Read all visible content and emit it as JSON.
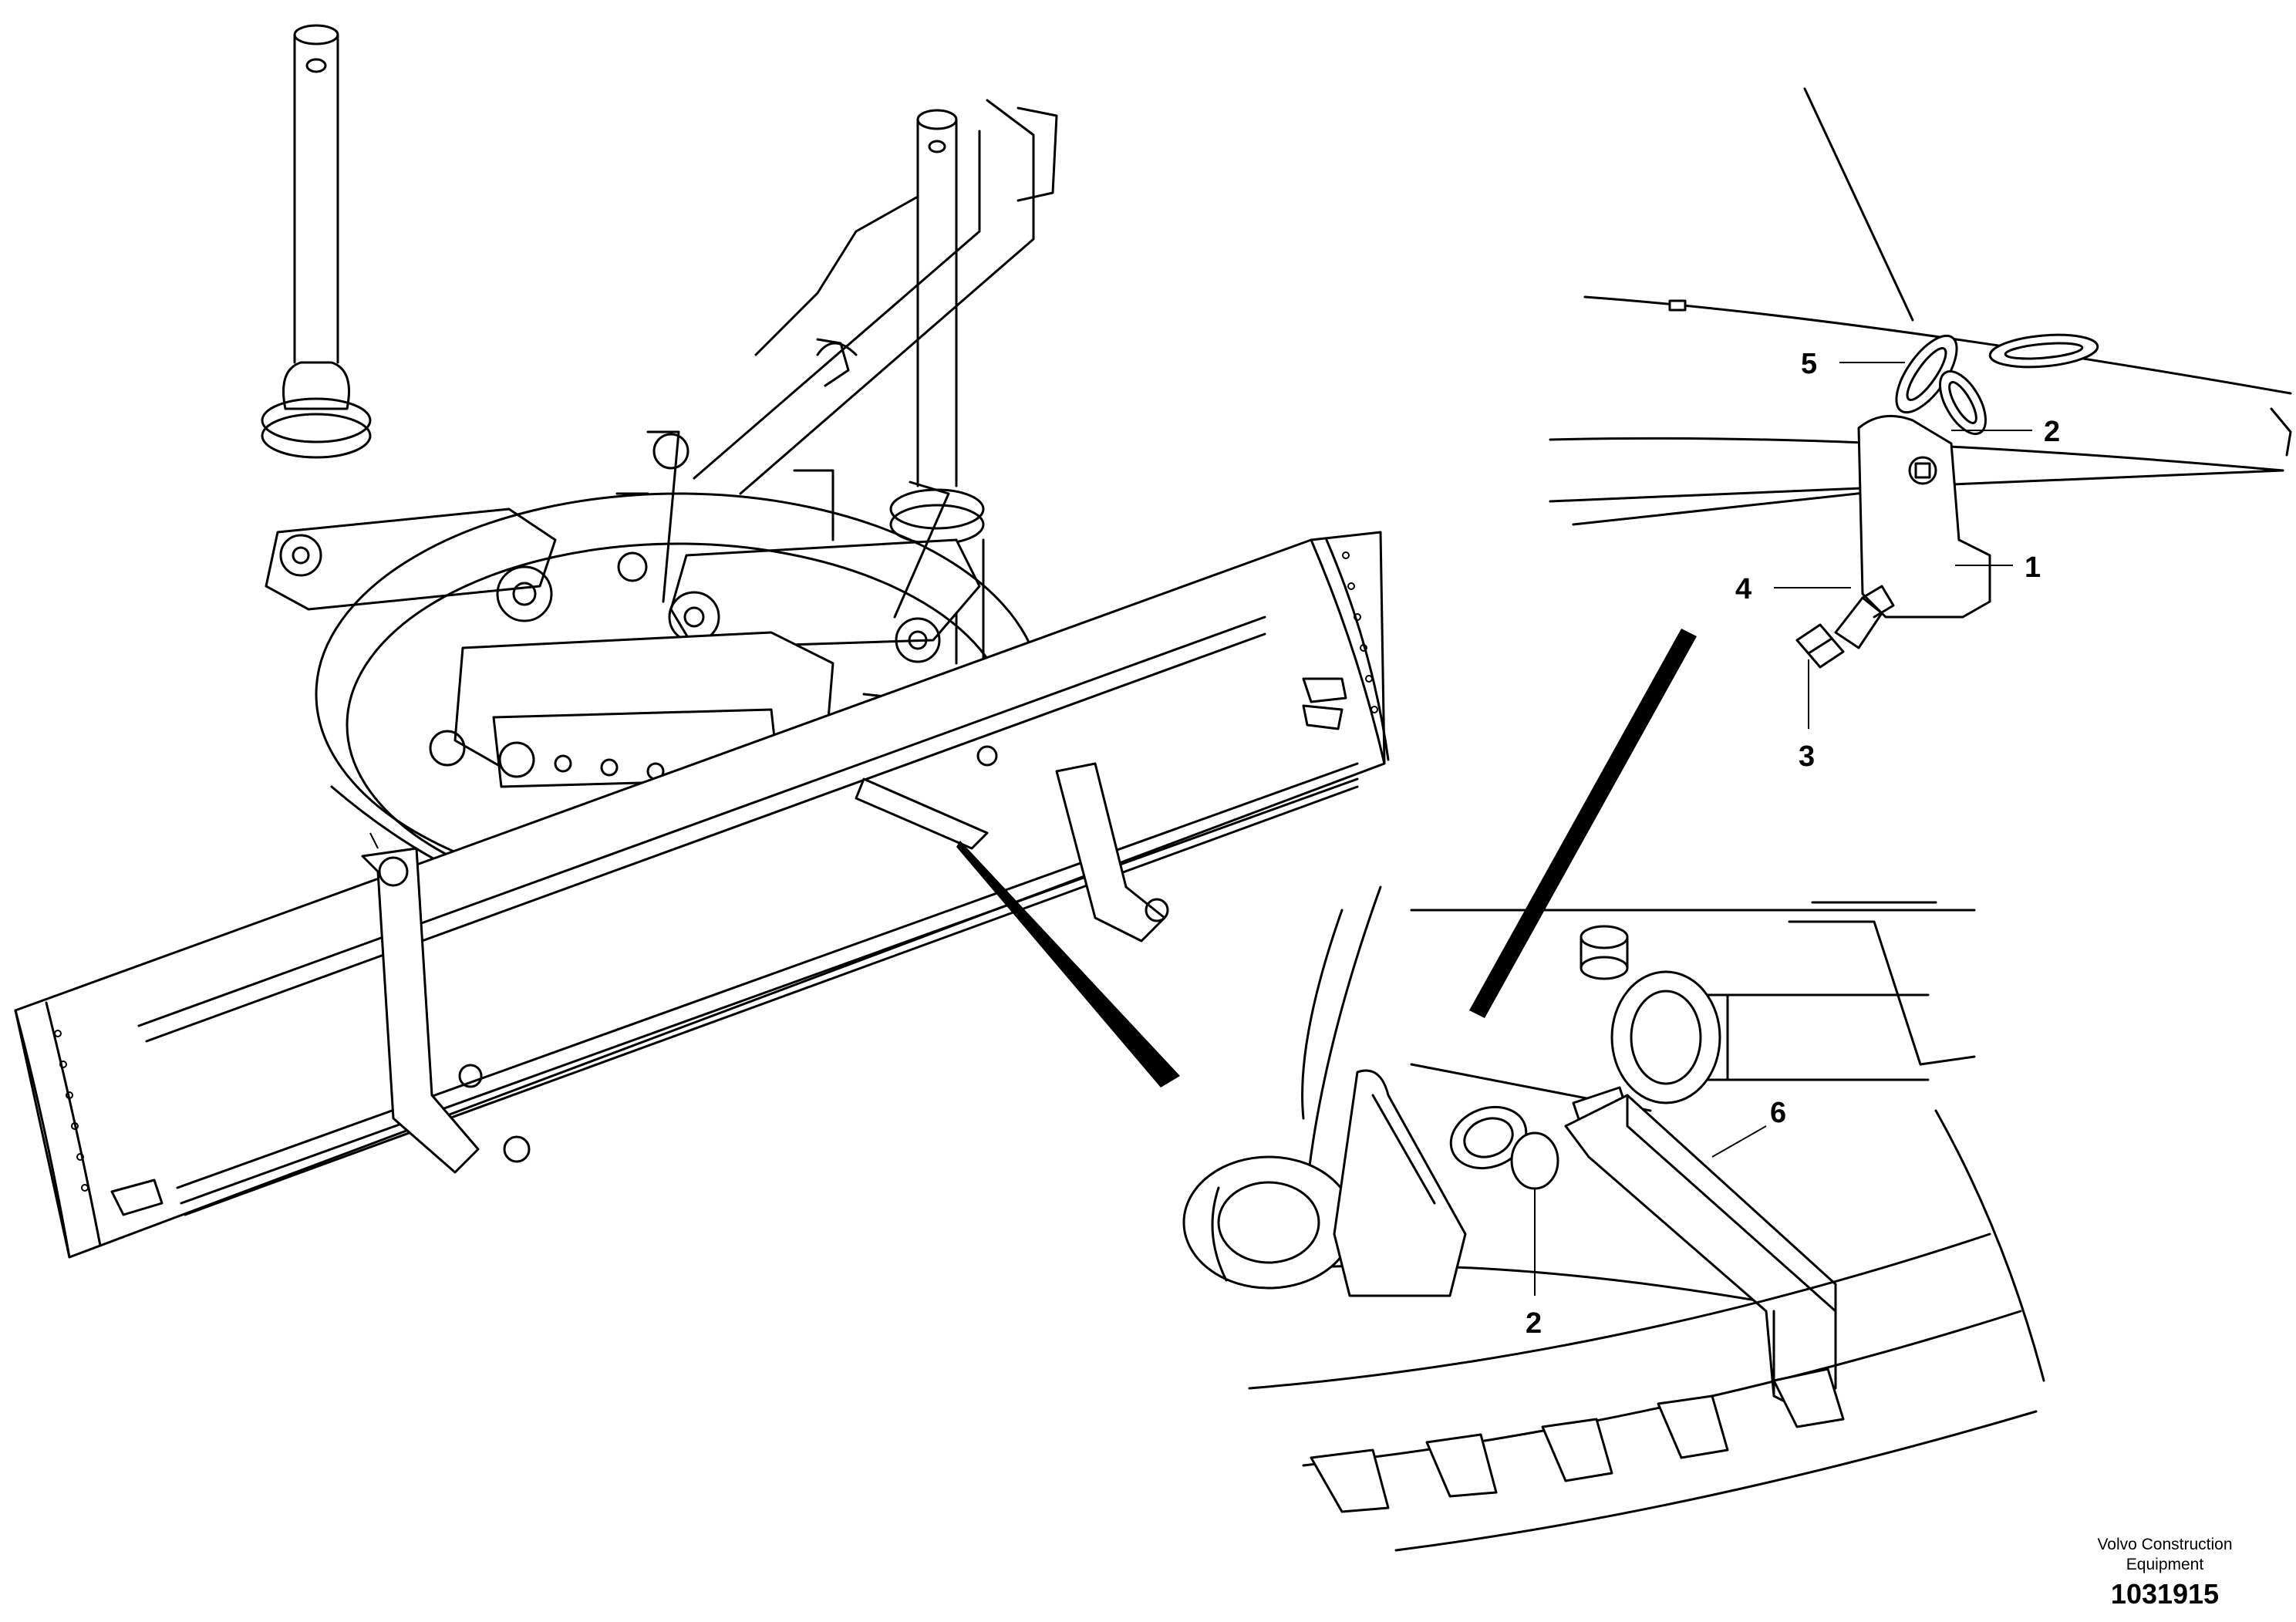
{
  "callouts": {
    "c1": "1",
    "c2_upper": "2",
    "c3": "3",
    "c4": "4",
    "c5": "5",
    "c2_lower": "2",
    "c6": "6"
  },
  "footer": {
    "company_line1": "Volvo Construction",
    "company_line2": "Equipment",
    "drawing_number": "1031915"
  },
  "icons": {
    "main_view": "grader-circle-drawbar-assembly",
    "detail_upper": "chain-and-hook-detail",
    "detail_lower": "shackle-and-bracket-detail"
  }
}
